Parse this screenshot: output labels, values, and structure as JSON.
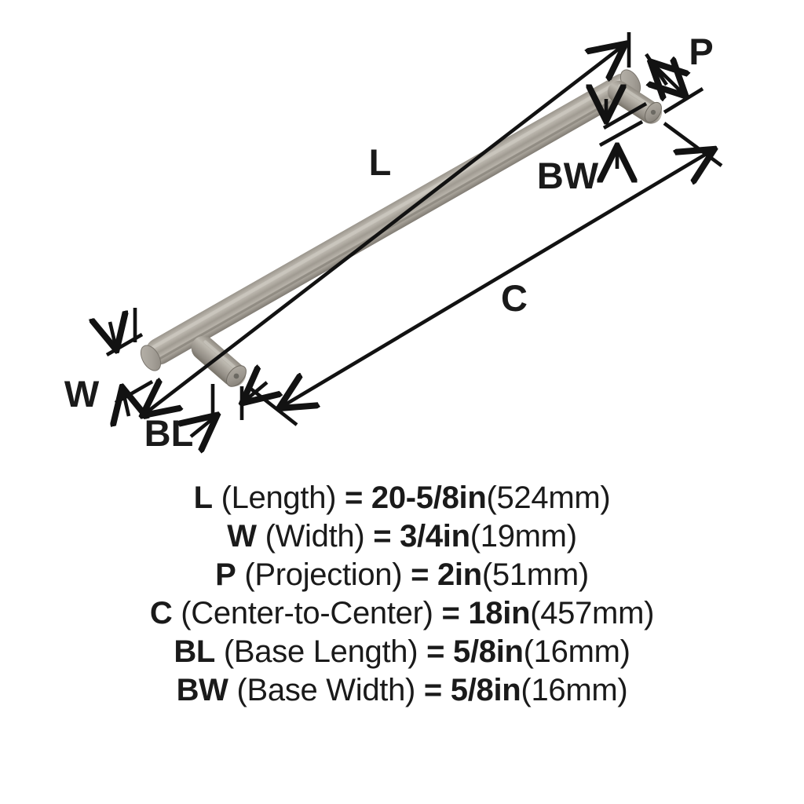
{
  "product": {
    "type": "bar-pull-cabinet-handle",
    "finish_color": "#ada89e"
  },
  "diagram": {
    "labels": {
      "length": "L",
      "width": "W",
      "projection": "P",
      "center_to_center": "C",
      "base_length": "BL",
      "base_width": "BW"
    }
  },
  "specs": [
    {
      "abbr": "L",
      "name": "(Length)",
      "equals": "=",
      "value": "20-5/8in",
      "metric": "(524mm)"
    },
    {
      "abbr": "W",
      "name": "(Width)",
      "equals": "=",
      "value": "3/4in",
      "metric": "(19mm)"
    },
    {
      "abbr": "P",
      "name": "(Projection)",
      "equals": "=",
      "value": "2in",
      "metric": "(51mm)"
    },
    {
      "abbr": "C",
      "name": "(Center-to-Center)",
      "equals": "=",
      "value": "18in",
      "metric": "(457mm)"
    },
    {
      "abbr": "BL",
      "name": "(Base Length)",
      "equals": "=",
      "value": "5/8in",
      "metric": "(16mm)"
    },
    {
      "abbr": "BW",
      "name": "(Base Width)",
      "equals": "=",
      "value": "5/8in",
      "metric": "(16mm)"
    }
  ]
}
